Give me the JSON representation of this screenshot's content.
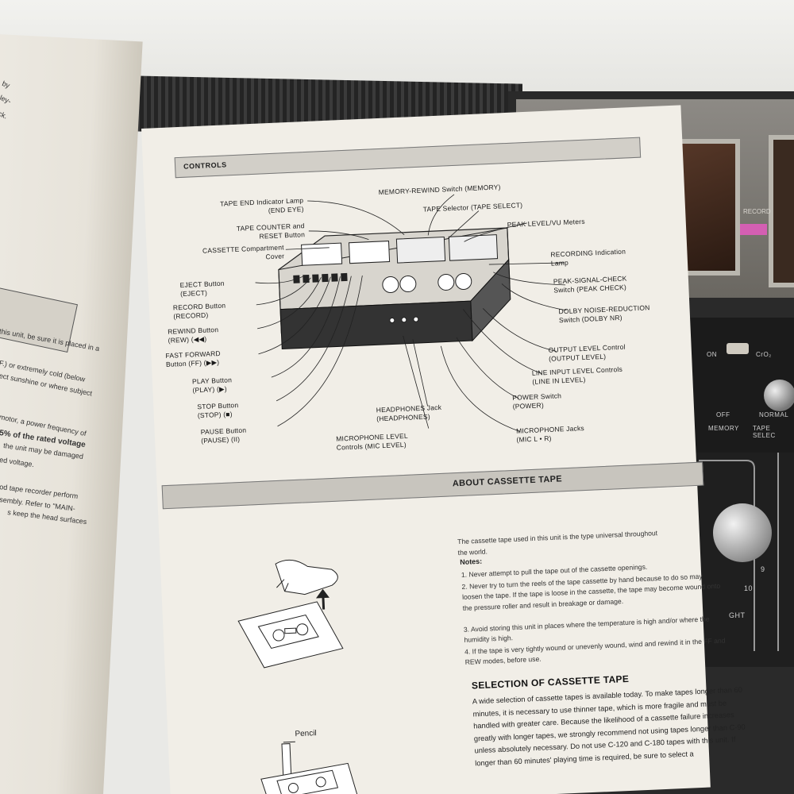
{
  "left_page": {
    "lines": [
      "by",
      "ley-",
      "ck.",
      "this unit, be sure it is placed in a",
      "F.) or extremely cold (below",
      "ect sunshine or where subject",
      "motor, a power frequency of",
      "5% of the rated voltage",
      "the unit may be damaged",
      "ed voltage.",
      "od tape recorder perform",
      "sembly. Refer to \"MAIN-",
      "s keep the head surfaces"
    ]
  },
  "controls": {
    "header": "CONTROLS",
    "labels": [
      [
        "TAPE END Indicator Lamp",
        "(END EYE)"
      ],
      [
        "TAPE COUNTER and",
        "RESET Button"
      ],
      [
        "CASSETTE Compartment",
        "Cover"
      ],
      [
        "EJECT Button",
        "(EJECT)"
      ],
      [
        "RECORD Button",
        "(RECORD)"
      ],
      [
        "REWIND Button",
        "(REW) (◀◀)"
      ],
      [
        "FAST FORWARD",
        "Button (FF) (▶▶)"
      ],
      [
        "PLAY Button",
        "(PLAY) (▶)"
      ],
      [
        "STOP Button",
        "(STOP) (■)"
      ],
      [
        "PAUSE Button",
        "(PAUSE) (II)"
      ],
      [
        "MICROPHONE LEVEL",
        "Controls (MIC LEVEL)"
      ],
      [
        "HEADPHONES Jack",
        "(HEADPHONES)"
      ],
      [
        "MEMORY-REWIND Switch (MEMORY)",
        ""
      ],
      [
        "TAPE Selector (TAPE SELECT)",
        ""
      ],
      [
        "PEAK LEVEL/VU Meters",
        ""
      ],
      [
        "RECORDING Indication",
        "Lamp"
      ],
      [
        "PEAK-SIGNAL-CHECK",
        "Switch (PEAK CHECK)"
      ],
      [
        "DOLBY NOISE-REDUCTION",
        "Switch (DOLBY NR)"
      ],
      [
        "OUTPUT LEVEL Control",
        "(OUTPUT LEVEL)"
      ],
      [
        "LINE INPUT LEVEL Controls",
        "(LINE IN LEVEL)"
      ],
      [
        "POWER Switch",
        "(POWER)"
      ],
      [
        "MICROPHONE Jacks",
        "(MIC L • R)"
      ]
    ]
  },
  "about": {
    "header": "ABOUT CASSETTE TAPE",
    "intro1": "The cassette tape used in this unit is the type universal throughout",
    "intro2": "the world.",
    "notes_head": "Notes:",
    "notes": [
      "1. Never attempt to pull the tape out of the cassette openings.",
      "2. Never try to turn the reels of the tape cassette by hand because to do so may loosen the tape. If the tape is loose in the cassette, the tape may become wound onto the pressure roller and result in breakage or damage.",
      "3. Avoid storing this unit in places where the temperature is high and/or where the humidity is high.",
      "4. If the tape is very tightly wound or unevenly wound, wind and rewind it in the FF and REW modes, before use."
    ],
    "selection_head": "SELECTION OF CASSETTE TAPE",
    "selection_text": "A wide selection of cassette tapes is available today. To make tapes longer than 60 minutes, it is necessary to use thinner tape, which is more fragile and must be handled with greater care. Because the likelihood of a cassette failure increases greatly with longer tapes, we strongly recommend not using tapes longer than C-90 unless absolutely necessary. Do not use C-120 and C-180 tapes with this unit. If longer than 60 minutes' playing time is required, be sure to select a",
    "pencil_label": "Pencil"
  },
  "deck": {
    "record_label": "RECORD",
    "on": "ON",
    "cro2": "CrO₂",
    "off": "OFF",
    "normal": "NORMAL",
    "memory": "MEMORY",
    "tape_select": "TAPE SELEC",
    "dial_nums": [
      "9",
      "10"
    ],
    "ght": "GHT"
  }
}
